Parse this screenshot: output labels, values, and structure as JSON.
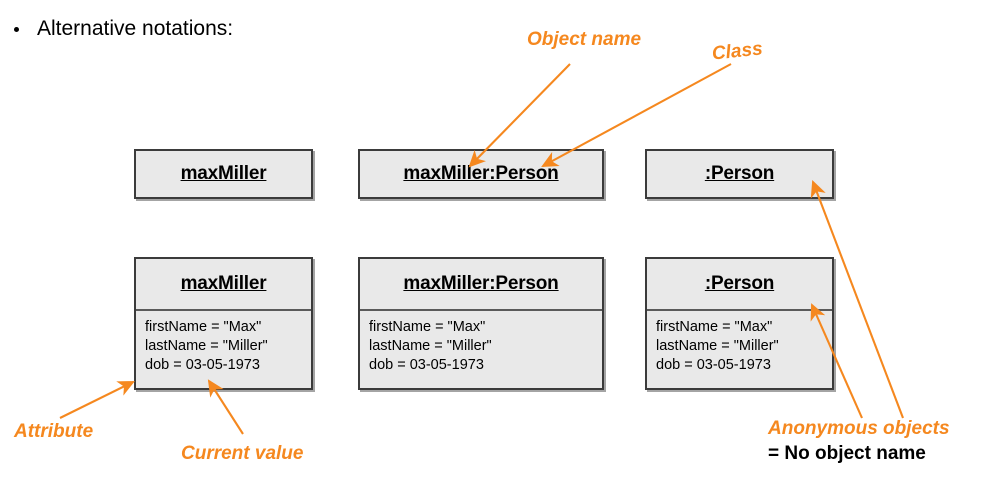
{
  "slide": {
    "bullet": "Alternative notations:",
    "accent_color": "#F5881F",
    "box_fill": "#e9e9e9",
    "box_border": "#3b3b3b"
  },
  "boxes": {
    "row1": [
      {
        "name": "maxMiller"
      },
      {
        "name": "maxMiller:Person"
      },
      {
        "name": ":Person"
      }
    ],
    "row2": [
      {
        "name": "maxMiller",
        "attributes": [
          "firstName = \"Max\"",
          "lastName = \"Miller\"",
          "dob = 03-05-1973"
        ]
      },
      {
        "name": "maxMiller:Person",
        "attributes": [
          "firstName = \"Max\"",
          "lastName = \"Miller\"",
          "dob = 03-05-1973"
        ]
      },
      {
        "name": ":Person",
        "attributes": [
          "firstName = \"Max\"",
          "lastName = \"Miller\"",
          "dob = 03-05-1973"
        ]
      }
    ]
  },
  "annotations": {
    "object_name": "Object name",
    "class": "Class",
    "attribute": "Attribute",
    "current_value": "Current value",
    "anonymous_objects": "Anonymous objects",
    "no_object_name": "= No object name"
  }
}
